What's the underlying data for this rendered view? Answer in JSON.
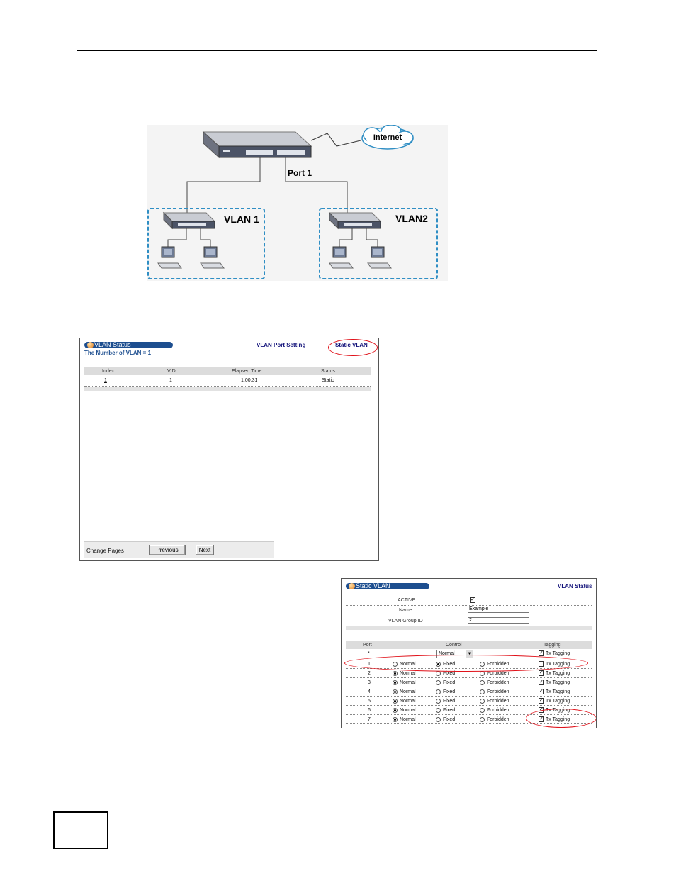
{
  "diagram": {
    "internet": "Internet",
    "port": "Port 1",
    "vlan1": "VLAN 1",
    "vlan2": "VLAN2"
  },
  "vlan_status": {
    "title": "VLAN Status",
    "count_text": "The Number of VLAN = 1",
    "link_port_setting": "VLAN Port Setting",
    "link_static_vlan": "Static VLAN",
    "columns": [
      "Index",
      "VID",
      "Elapsed Time",
      "Status"
    ],
    "rows": [
      {
        "index": "1",
        "vid": "1",
        "elapsed": "1:00:31",
        "status": "Static"
      }
    ],
    "change_pages": "Change Pages",
    "previous": "Previous",
    "next": "Next"
  },
  "static_vlan": {
    "title": "Static VLAN",
    "link_vlan_status": "VLAN Status",
    "active_label": "ACTIVE",
    "active_checked": true,
    "name_label": "Name",
    "name_value": "Example",
    "group_label": "VLAN Group ID",
    "group_value": "2",
    "col_port": "Port",
    "col_control": "Control",
    "col_tagging": "Tagging",
    "all_port": "*",
    "all_control": "Normal",
    "all_tagging_label": "Tx Tagging",
    "normal": "Normal",
    "fixed": "Fixed",
    "forbidden": "Forbidden",
    "tx_tagging": "Tx Tagging",
    "ports": [
      {
        "port": "1",
        "control": "fixed",
        "tagging": false
      },
      {
        "port": "2",
        "control": "normal",
        "tagging": true
      },
      {
        "port": "3",
        "control": "normal",
        "tagging": true
      },
      {
        "port": "4",
        "control": "normal",
        "tagging": true
      },
      {
        "port": "5",
        "control": "normal",
        "tagging": true
      },
      {
        "port": "6",
        "control": "normal",
        "tagging": true
      },
      {
        "port": "7",
        "control": "normal",
        "tagging": true
      }
    ]
  },
  "colors": {
    "accent": "#1d4e8f",
    "highlight": "#e0121a",
    "dashed": "#2f8ec4"
  }
}
